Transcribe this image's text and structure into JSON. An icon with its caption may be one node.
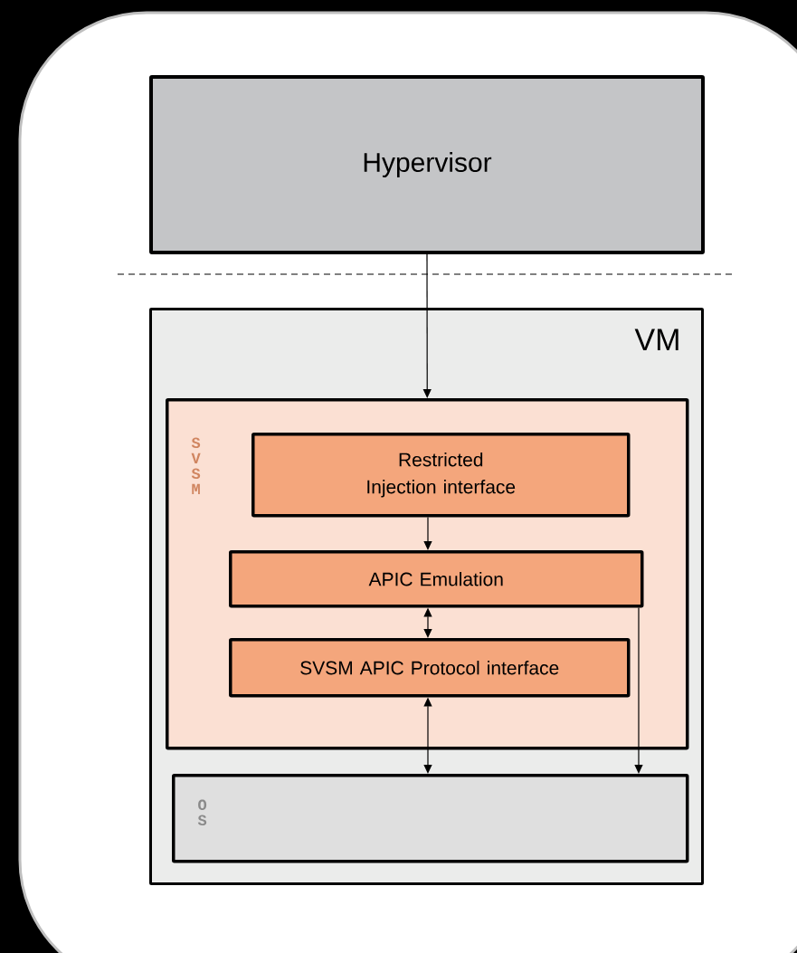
{
  "diagram": {
    "nodes": [
      {
        "text": [
          "Hypervisor"
        ]
      },
      {
        "text": [
          "VM"
        ]
      },
      {
        "text": [
          "SVSM"
        ],
        "in": 1
      },
      {
        "text": [
          "Restricted Injection interface"
        ],
        "in": 2
      },
      {
        "text": [
          "APIC Emulation"
        ],
        "in": 2
      },
      {
        "text": [
          "SVSM APIC Protocol interface"
        ],
        "in": 2
      },
      {
        "text": [
          "OS"
        ],
        "in": 1
      }
    ],
    "edges": [
      {
        "from": 0,
        "to": 2,
        "arrow": "to"
      },
      {
        "from": 3,
        "to": 4,
        "arrow": "to"
      },
      {
        "from": 4,
        "to": 5,
        "arrow": "both"
      },
      {
        "from": 5,
        "to": 6,
        "arrow": "both"
      },
      {
        "from": 4,
        "to": 6,
        "arrow": "to"
      }
    ]
  }
}
